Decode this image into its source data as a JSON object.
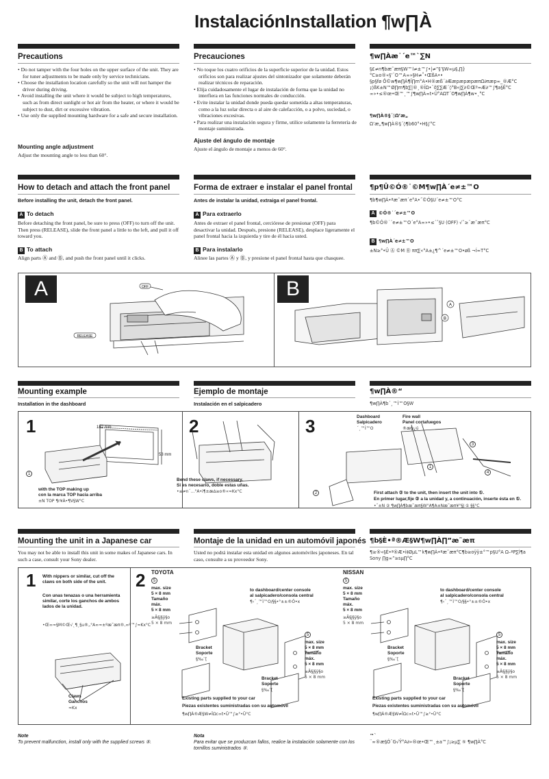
{
  "page": {
    "title": "InstalaciónInstallation ¶w∏À"
  },
  "sections": {
    "precautions": {
      "en": {
        "heading": "Precautions",
        "items": [
          "Do not tamper with the four holes on the upper surface of the unit. They are for tuner adjustments to be made only by service technicians.",
          "Choose the installation location carefully so the unit will not hamper the driver during driving.",
          "Avoid installing the unit where it would be subject to high temperatures, such as from direct sunlight or hot air from the heater, or where it would be subject to dust, dirt or excessive vibration.",
          "Use only the supplied mounting hardware for a safe and secure installation."
        ],
        "subheading": "Mounting angle adjustment",
        "subtext": "Adjust the mounting angle to less than 60°."
      },
      "es": {
        "heading": "Precauciones",
        "items": [
          "No toque los cuatro orificios de la superficie superior de la unidad. Estos orificios son para realizar ajustes del sintonizador que solamente deberán realizar técnicos de reparación.",
          "Elija cuidadosamente el lugar de instalación de forma que la unidad no interfiera en las funciones normales de conducción.",
          "Evite instalar la unidad donde pueda quedar sometida a altas temperaturas, como a la luz solar directa o al aire de calefacción, o a polvo, suciedad, o vibraciones excesivas.",
          "Para realizar una instalación segura y firme, utilice solamente la ferretería de montaje suministrada."
        ],
        "subheading": "Ajuste del ángulo de montaje",
        "subtext": "Ajuste el ángulo de montaje a menos de 60°."
      },
      "zh": {
        "heading": "¶w∏Àæ˙´e™`∑N",
        "items": [
          "§£≠n¶bæ˜æπ§W™Ì≠±™∫•|≠”§’§W∞µ§‚∏}°C≥o®«§’¨O™A∞»§H≠˚•ŒßA••",
          "§p§fø Ô©w¶w∏À¶Ï∏m°A•H®æß´∂ÆæpæpæpæπΩ∂πæp∞_®Æ°C",
          "¡◊ßK±N™Ø∏m¶b∑|®¸®ÏΩ•¨õ∑∑Æ´◊°B«j∑∂©Œº≈Æ∂™∫¶a§Ë°C",
          "∞»•≤®œ•Œ™˛™∫¶w∏À∞t•Û°AΩT´O¶w∏À¶w•˛°C"
        ],
        "subheading": "¶w∏À®§´◊Ω’æ„",
        "subtext": "Ω’æ„¶w∏À®§´◊¶b60°•H§∫°C"
      }
    },
    "front_panel": {
      "en": {
        "heading": "How to detach and attach the front panel",
        "intro": "Before installing the unit, detach the front panel.",
        "a_label": "A",
        "a_heading": "To detach",
        "a_text": "Before detaching the front panel, be sure to press (OFF) to turn off the unit. Then press (RELEASE), slide the front panel a little to the left, and pull it off toward you.",
        "b_label": "B",
        "b_heading": "To attach",
        "b_text": "Align parts Ⓐ and Ⓑ, and push the front panel until it clicks."
      },
      "es": {
        "heading": "Forma de extraer e instalar el panel frontal",
        "intro": "Antes de instalar la unidad, extraiga el panel frontal.",
        "a_label": "A",
        "a_heading": "Para extraerlo",
        "a_text": "Antes de extraer el panel frontal, cerciórese de presionar (OFF) para desactivar la unidad. Después, presione (RELEASE), desplace ligeramente el panel frontal hacia la izquierda y tire de él hacia usted.",
        "b_label": "B",
        "b_heading": "Para instalarlo",
        "b_text": "Alinee las partes Ⓐ y Ⓑ, y presione el panel frontal hasta que chasquee."
      },
      "zh": {
        "heading": "¶p¶Û©Ó®˙©M¶w∏À´e≠±™O",
        "intro": "¶b¶w∏À•ªæ˜æπ´e°A•˝©Ó§U´e≠±™O°C",
        "a_label": "A",
        "a_heading": "©Ó®˙´e≠±™O",
        "a_text": "¶b©Ó®˙´e≠±™O´e°A∞»•≤´ˆ§U (OFF) √ˆ≥¨æ˜æπ°C",
        "b_label": "B",
        "b_heading": "¶w∏À´e≠±™O",
        "b_text": "±N≥°•Û Ⓐ ©M Ⓑ ππ∑«°A±¿¶^´e≠±™O•øß ¬Í≈T°C"
      }
    },
    "mounting_example": {
      "en": {
        "heading": "Mounting example",
        "sub": "Installation in the dashboard"
      },
      "es": {
        "heading": "Ejemplo de montaje",
        "sub": "Instalación en el salpicadero"
      },
      "zh": {
        "heading": "¶w∏À®“",
        "sub": "¶w∏À¶b´¸™Ì™O§W"
      }
    },
    "japanese_car": {
      "en": {
        "heading": "Mounting the unit in a Japanese car",
        "text": "You may not be able to install this unit in some makes of Japanese cars. In such a case, consult your Sony dealer."
      },
      "es": {
        "heading": "Montaje de la unidad en un automóvil japonés",
        "text": "Usted no podrá instalar esta unidad en algunos automóviles japoneses. En tal caso, consulte a su proveedor Sony."
      },
      "zh": {
        "heading": "¶b§È•ª®Æ§W¶w∏À∏”æ˜æπ",
        "text": "¶≥®«§È•ª®Æ•i‡ØµL™k¶w∏À•ªæ˜æπ°C¶b≥oÿÿ±°™p§U°A Ω–ªP∑Ì¶a Sony ∏g∞”≥sµ∏°C"
      }
    }
  },
  "figures": {
    "panel_A": {
      "letter": "A",
      "off_label": "OFF",
      "release_label": "RELEASE"
    },
    "panel_B": {
      "letter": "B",
      "mark_a": "A",
      "mark_b": "B"
    },
    "mount1": {
      "num": "1",
      "dim_width": "182 mm",
      "dim_height": "53 mm",
      "circle1": "1",
      "caption_en": "with the TOP making up",
      "caption_es": "con la marca TOP hacia arriba",
      "caption_zh": "±N TOP ¶r¥À•¶V§W°C"
    },
    "mount2": {
      "num": "2",
      "caption_en": "Bend these claws, if necessary.",
      "caption_es": "Si es necesario, doble estas uñas.",
      "caption_zh": "•≤≠n´…°A•i¶±æ∆≥o®«≈Kx°C"
    },
    "mount3": {
      "num": "3",
      "dashboard_en": "Dashboard",
      "dashboard_es": "Salpicadero",
      "dashboard_zh": "´¸™Ì™O",
      "firewall_en": "Fire wall",
      "firewall_es": "Panel cortafuegos",
      "firewall_zh": "®æ§ı¿ú",
      "c1": "1",
      "c2": "2",
      "c3": "3",
      "c4": "4",
      "caption_en": "First attach ② to the unit, then insert the unit into ①.",
      "caption_es": "En primer lugar,fije ② a la unidad y, a continuación, inserte ésta en ①.",
      "caption_zh": "•˝±N ② ¶w∏À¶bæ˜æπ§W°A¶A±Næ˜æπ¥°§J ① §§°C"
    },
    "jp1": {
      "num": "1",
      "text_en": "With nippers or similar, cut off the claws on both side of the unit.",
      "text_es": "Con unas tenazas o una herramienta similar, corte los ganchos de ambos lados de la unidad.",
      "text_zh": "•Œ∞≈§M©Œ√˛¶¸§u®„°A∞≈±ºæ˜æπ®‚∞º™∫≈Kx°C",
      "claws_en": "Claws",
      "claws_es": "Ganchos",
      "claws_zh": "≈Kx"
    },
    "jp2": {
      "num": "2",
      "toyota": "TOYOTA",
      "nissan": "NISSAN",
      "circle5": "5",
      "maxsize_en": "max. size",
      "maxsize_val": "5 × 8 mm",
      "maxsize_es": "Tamaño máx.",
      "maxsize_zh": "≥Ã§j§ÿ§o",
      "maxsize_zh_val": "5 × 8 mm",
      "console_en": "to dashboard/center console",
      "console_es": "al salpicadero/consola central",
      "console_zh": "¶‹´¸™Ì™O/§§•°±±®Ó•x",
      "bracket_en": "Bracket",
      "bracket_es": "Soporte",
      "bracket_zh": "§‰¨[",
      "parts_en": "Existing parts supplied to your car",
      "parts_es": "Piezas existentes suministradas con su automóvil",
      "parts_zh": "¶w∏À®Æ§W≠ÏΩc∞t•Û™∫≥°•Û°C"
    }
  },
  "notes": {
    "en_label": "Note",
    "en_text": "To prevent malfunction, install only with the supplied screws ⑤.",
    "es_label": "Nota",
    "es_text": "Para evitar que se produzcan fallos, realice la instalación solamente con los tornillos suministrados ⑤.",
    "zh_label": "™`",
    "zh_text": "¨∞®æ§Ó¨G√Ÿ°A∂»®œ•Œ™˛±a™∫¡≥µ∑ ⑤ ¶w∏À°C"
  }
}
